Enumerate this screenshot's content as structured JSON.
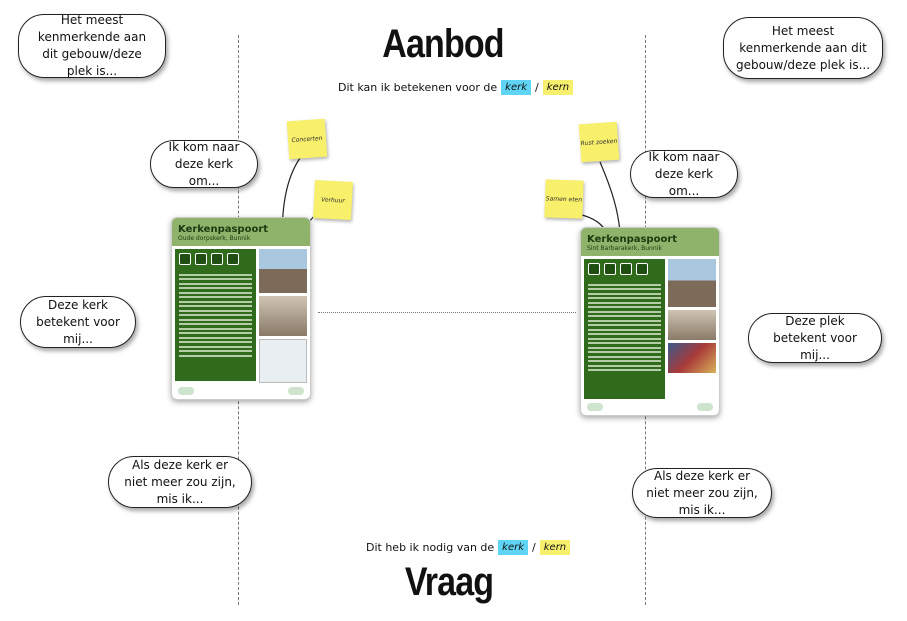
{
  "aanbod": {
    "title": "Aanbod",
    "subtitle_text": "Dit kan ik betekenen voor de",
    "chip_blue": "kerk",
    "separator": "/",
    "chip_yellow": "kern"
  },
  "vraag": {
    "title": "Vraag",
    "subtitle_text": "Dit heb ik nodig van de",
    "chip_blue": "kerk",
    "separator": "/",
    "chip_yellow": "kern"
  },
  "left": {
    "bubble_top": "Het meest kenmerkende aan dit gebouw/deze plek is...",
    "bubble_kom": "Ik kom naar deze kerk om...",
    "bubble_betekent": "Deze kerk betekent voor mij...",
    "bubble_mis": "Als deze kerk er niet meer zou zijn, mis ik...",
    "sticky_1": "Concerten",
    "sticky_2": "Verhuur",
    "passport": {
      "title": "Kerkenpaspoort",
      "subtitle": "Oude dorpskerk, Bunnik"
    }
  },
  "right": {
    "bubble_top": "Het meest kenmerkende aan dit gebouw/deze plek is...",
    "bubble_kom": "Ik kom naar deze kerk om...",
    "bubble_betekent": "Deze plek betekent voor mij...",
    "bubble_mis": "Als deze kerk er niet meer zou zijn, mis ik...",
    "sticky_1": "Rust zoeken",
    "sticky_2": "Samen eten",
    "passport": {
      "title": "Kerkenpaspoort",
      "subtitle": "Sint Barbarakerk, Bunnik"
    }
  }
}
